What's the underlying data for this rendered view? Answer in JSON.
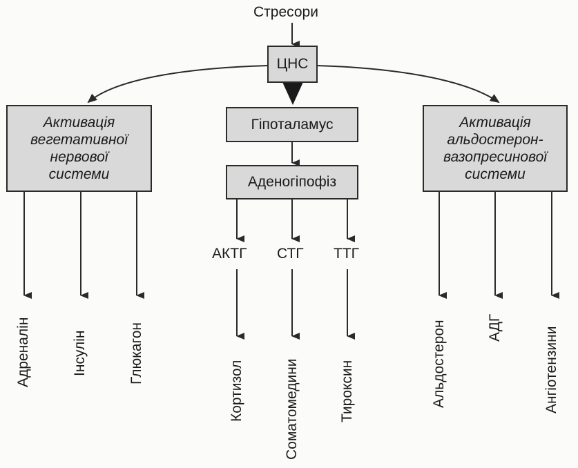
{
  "top": {
    "stressors": "Стресори",
    "cns": "ЦНС"
  },
  "left": {
    "box_lines": [
      "Активація",
      "вегетативної",
      "нервової",
      "системи"
    ],
    "outputs": [
      "Адреналін",
      "Інсулін",
      "Глюкагон"
    ]
  },
  "center": {
    "hypothalamus": "Гіпоталамус",
    "adenohypophysis": "Аденогіпофіз",
    "hormones": [
      "АКТГ",
      "СТГ",
      "ТТГ"
    ],
    "outputs": [
      "Кортизол",
      "Соматомедини",
      "Тироксин"
    ]
  },
  "right": {
    "box_lines": [
      "Активація",
      "альдостерон-",
      "вазопресинової",
      "системи"
    ],
    "outputs": [
      "Альдостерон",
      "АДГ",
      "Ангіотензини"
    ]
  },
  "colors": {
    "box_fill": "#d9d9d9",
    "stroke": "#2a2a2a"
  }
}
